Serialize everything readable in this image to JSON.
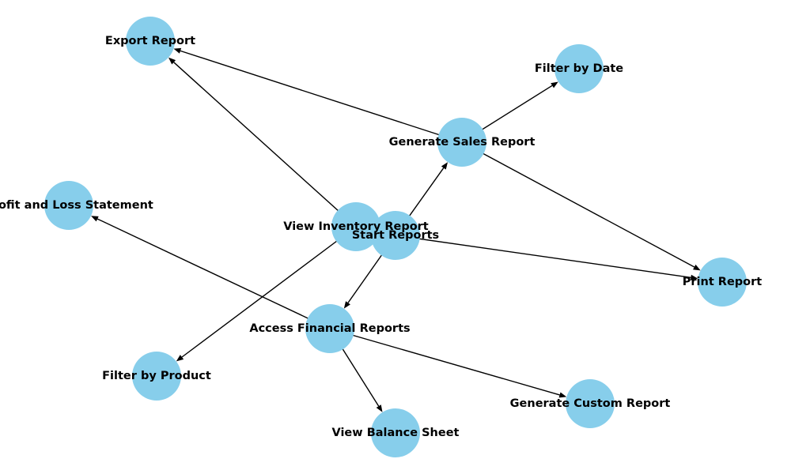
{
  "diagram": {
    "type": "directed-graph",
    "node_color": "#87CEEB",
    "edge_color": "#000000",
    "label_color": "#000000",
    "nodes": [
      {
        "id": "start",
        "label": "Start Reports"
      },
      {
        "id": "sales",
        "label": "Generate Sales Report"
      },
      {
        "id": "inventory",
        "label": "View Inventory Report"
      },
      {
        "id": "financial",
        "label": "Access Financial Reports"
      },
      {
        "id": "print",
        "label": "Print Report"
      },
      {
        "id": "export",
        "label": "Export Report"
      },
      {
        "id": "filter_date",
        "label": "Filter by Date"
      },
      {
        "id": "filter_product",
        "label": "Filter by Product"
      },
      {
        "id": "pnl",
        "label": "Profit and Loss Statement"
      },
      {
        "id": "balance",
        "label": "View Balance Sheet"
      },
      {
        "id": "custom",
        "label": "Generate Custom Report"
      }
    ],
    "edges": [
      {
        "from": "start",
        "to": "sales"
      },
      {
        "from": "start",
        "to": "financial"
      },
      {
        "from": "start",
        "to": "print"
      },
      {
        "from": "sales",
        "to": "filter_date"
      },
      {
        "from": "sales",
        "to": "export"
      },
      {
        "from": "sales",
        "to": "print"
      },
      {
        "from": "inventory",
        "to": "export"
      },
      {
        "from": "inventory",
        "to": "filter_product"
      },
      {
        "from": "financial",
        "to": "pnl"
      },
      {
        "from": "financial",
        "to": "balance"
      },
      {
        "from": "financial",
        "to": "custom"
      }
    ]
  }
}
